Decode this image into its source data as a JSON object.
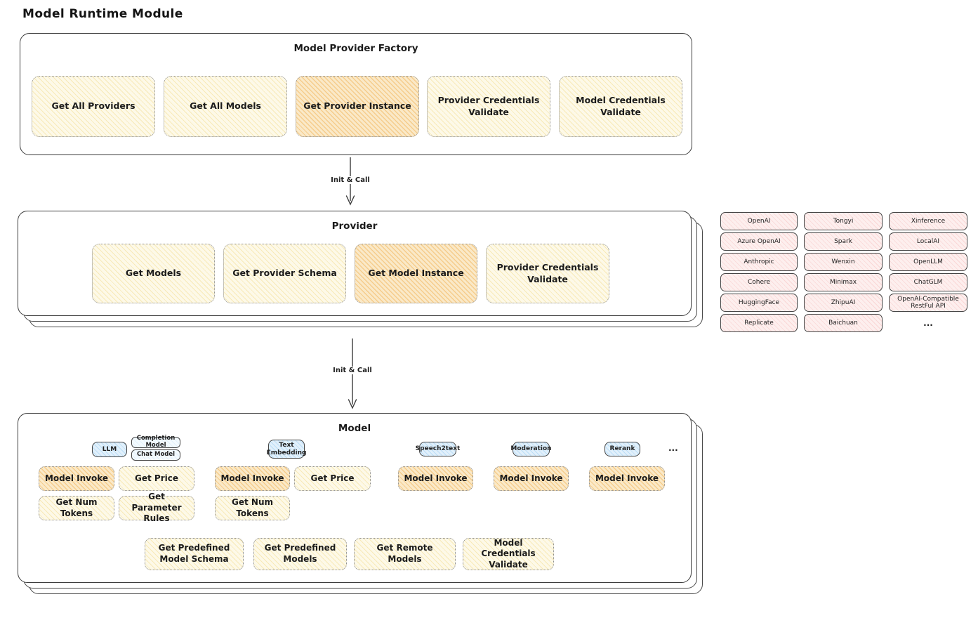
{
  "page": {
    "title": "Model Runtime Module"
  },
  "colors": {
    "stroke": "#3c3c3c",
    "yellow_fill": "#fdf9e8",
    "orange_highlight_fill": "#fae9c8",
    "pink_fill": "#fdefee",
    "blue_fill": "#e1f0fb"
  },
  "factory": {
    "title": "Model Provider Factory",
    "boxes": [
      "Get All Providers",
      "Get All Models",
      "Get Provider Instance",
      "Provider Credentials Validate",
      "Model Credentials Validate"
    ]
  },
  "arrow1": {
    "label": "Init & Call"
  },
  "arrow2": {
    "label": "Init & Call"
  },
  "provider": {
    "title": "Provider",
    "boxes": [
      "Get Models",
      "Get Provider Schema",
      "Get Model Instance",
      "Provider Credentials Validate"
    ]
  },
  "provider_catalog": {
    "items": [
      "OpenAI",
      "Tongyi",
      "Xinference",
      "Azure OpenAI",
      "Spark",
      "LocalAI",
      "Anthropic",
      "Wenxin",
      "OpenLLM",
      "Cohere",
      "Minimax",
      "ChatGLM",
      "HuggingFace",
      "ZhipuAI",
      "OpenAI-Compatible RestFul API",
      "Replicate",
      "Baichuan"
    ],
    "ellipsis": "..."
  },
  "model": {
    "title": "Model",
    "tabs": {
      "llm": "LLM",
      "completion": "Completion Model",
      "chat": "Chat Model",
      "text_embedding": "Text Embedding",
      "speech2text": "Speech2text",
      "moderation": "Moderation",
      "rerank": "Rerank",
      "ellipsis": "..."
    },
    "llm_ops": [
      "Model Invoke",
      "Get Price",
      "Get Num Tokens",
      "Get Parameter Rules"
    ],
    "embedding_ops": [
      "Model Invoke",
      "Get Price",
      "Get Num Tokens"
    ],
    "speech2text_ops": [
      "Model Invoke"
    ],
    "moderation_ops": [
      "Model Invoke"
    ],
    "rerank_ops": [
      "Model Invoke"
    ],
    "common_ops": [
      "Get Predefined Model Schema",
      "Get Predefined Models",
      "Get Remote Models",
      "Model Credentials Validate"
    ]
  }
}
